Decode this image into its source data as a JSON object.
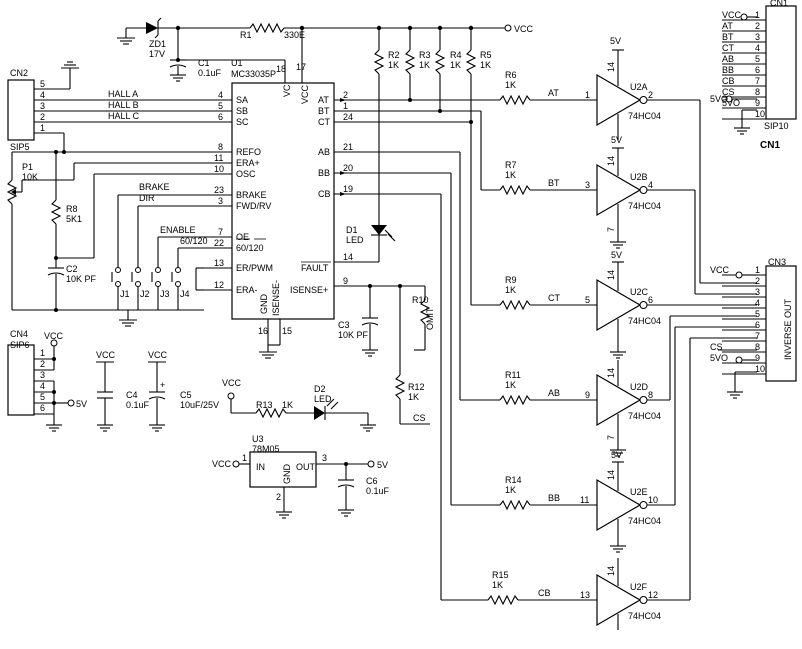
{
  "supply": {
    "vcc": "VCC",
    "v5": "5V",
    "v5_out": "5V",
    "v5v": "5VO"
  },
  "u1": {
    "ref": "U1",
    "part": "MC33035P",
    "pins_left": [
      {
        "num": "4",
        "label": "SA"
      },
      {
        "num": "5",
        "label": "SB"
      },
      {
        "num": "6",
        "label": "SC"
      },
      {
        "num": "8",
        "label": "REFO"
      },
      {
        "num": "11",
        "label": "ERA+"
      },
      {
        "num": "10",
        "label": "OSC"
      },
      {
        "num": "23",
        "label": "BRAKE"
      },
      {
        "num": "3",
        "label": "FWD/RV"
      },
      {
        "num": "7",
        "label": "OE"
      },
      {
        "num": "22",
        "label": "60/120"
      },
      {
        "num": "13",
        "label": "ER/PWM"
      },
      {
        "num": "12",
        "label": "ERA-"
      }
    ],
    "pins_right": [
      {
        "num": "2",
        "label": "AT"
      },
      {
        "num": "1",
        "label": "BT"
      },
      {
        "num": "24",
        "label": "CT"
      },
      {
        "num": "21",
        "label": "AB"
      },
      {
        "num": "20",
        "label": "BB"
      },
      {
        "num": "19",
        "label": "CB"
      },
      {
        "num": "14",
        "label": "FAULT"
      },
      {
        "num": "9",
        "label": "ISENSE+"
      }
    ],
    "pins_top": [
      {
        "num": "18",
        "label": "VC"
      },
      {
        "num": "17",
        "label": "VCC"
      }
    ],
    "pins_bottom": [
      {
        "num": "16",
        "label": "GND"
      },
      {
        "num": "15",
        "label": "ISENSE-"
      }
    ]
  },
  "resistors": {
    "r1": {
      "ref": "R1",
      "value": "330E"
    },
    "r2": {
      "ref": "R2",
      "value": "1K"
    },
    "r3": {
      "ref": "R3",
      "value": "1K"
    },
    "r4": {
      "ref": "R4",
      "value": "1K"
    },
    "r5": {
      "ref": "R5",
      "value": "1K"
    },
    "r6": {
      "ref": "R6",
      "value": "1K"
    },
    "r7": {
      "ref": "R7",
      "value": "1K"
    },
    "r8": {
      "ref": "R8",
      "value": "5K1"
    },
    "r9": {
      "ref": "R9",
      "value": "1K"
    },
    "r10": {
      "ref": "R10",
      "value": "OMIT"
    },
    "r11": {
      "ref": "R11",
      "value": "1K"
    },
    "r12": {
      "ref": "R12",
      "value": "1K"
    },
    "r13": {
      "ref": "R13",
      "value": "1K"
    },
    "r14": {
      "ref": "R14",
      "value": "1K"
    },
    "r15": {
      "ref": "R15",
      "value": "1K"
    }
  },
  "caps": {
    "c1": {
      "ref": "C1",
      "value": "0.1uF"
    },
    "c2": {
      "ref": "C2",
      "value": "10K PF"
    },
    "c3": {
      "ref": "C3",
      "value": "10K PF"
    },
    "c4": {
      "ref": "C4",
      "value": "0.1uF"
    },
    "c5": {
      "ref": "C5",
      "value": "10uF/25V"
    },
    "c6": {
      "ref": "C6",
      "value": "0.1uF"
    }
  },
  "diodes": {
    "zd1": {
      "ref": "ZD1",
      "value": "17V"
    },
    "d1": {
      "ref": "D1",
      "value": "LED"
    },
    "d2": {
      "ref": "D2",
      "value": "LED"
    }
  },
  "pot": {
    "ref": "P1",
    "value": "10K"
  },
  "jumpers": [
    "J1",
    "J2",
    "J3",
    "J4"
  ],
  "u3": {
    "ref": "U3",
    "part": "78M05",
    "in": "IN",
    "gnd": "GND",
    "out": "OUT",
    "pin_in": "1",
    "pin_gnd": "2",
    "pin_out": "3"
  },
  "cn2": {
    "ref": "CN2",
    "type": "SIP5",
    "pins": [
      "5",
      "4",
      "3",
      "2",
      "1"
    ],
    "nets": [
      "HALL A",
      "HALL B",
      "HALL C"
    ]
  },
  "cn4": {
    "ref": "CN4",
    "type": "SIP6",
    "pins": [
      "1",
      "2",
      "3",
      "4",
      "5",
      "6"
    ]
  },
  "cn1": {
    "ref": "CN1",
    "type": "SIP10",
    "title": "CN1",
    "pins": [
      "1",
      "2",
      "3",
      "4",
      "5",
      "6",
      "7",
      "8",
      "9",
      "10"
    ],
    "nets": [
      "VCC",
      "AT",
      "BT",
      "CT",
      "AB",
      "BB",
      "CB",
      "CS",
      "5VO",
      ""
    ]
  },
  "cn3": {
    "ref": "CN3",
    "title": "INVERSE OUT",
    "pins": [
      "1",
      "2",
      "3",
      "4",
      "5",
      "6",
      "7",
      "8",
      "9",
      "10"
    ],
    "nets": [
      "VCC",
      "",
      "",
      "",
      "",
      "",
      "",
      "CS",
      "5VO",
      ""
    ]
  },
  "control_labels": {
    "brake": "BRAKE",
    "dir": "DIR",
    "enable": "ENABLE",
    "ratio": "60/120",
    "cs": "CS"
  },
  "gates": [
    {
      "ref": "U2A",
      "part": "74HC04",
      "in": "1",
      "out": "2",
      "sig": "AT",
      "res": "R6"
    },
    {
      "ref": "U2B",
      "part": "74HC04",
      "in": "3",
      "out": "4",
      "sig": "BT",
      "res": "R7"
    },
    {
      "ref": "U2C",
      "part": "74HC04",
      "in": "5",
      "out": "6",
      "sig": "CT",
      "res": "R9"
    },
    {
      "ref": "U2D",
      "part": "74HC04",
      "in": "9",
      "out": "8",
      "sig": "AB",
      "res": "R11"
    },
    {
      "ref": "U2E",
      "part": "74HC04",
      "in": "11",
      "out": "10",
      "sig": "BB",
      "res": "R14"
    },
    {
      "ref": "U2F",
      "part": "74HC04",
      "in": "13",
      "out": "12",
      "sig": "CB",
      "res": "R15"
    }
  ],
  "gate_power": {
    "vcc_pin": "14",
    "gnd_pin": "7",
    "vcc_label": "5V"
  }
}
